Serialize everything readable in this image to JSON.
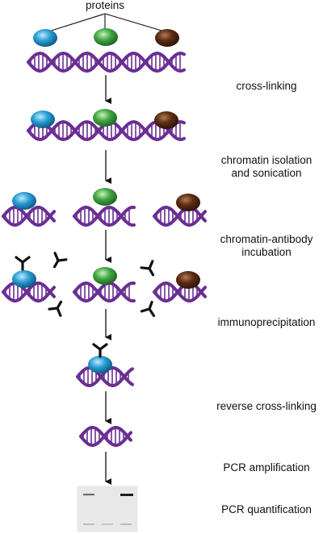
{
  "top_label": "proteins",
  "steps": [
    {
      "label": "cross-linking"
    },
    {
      "label_line1": "chromatin isolation",
      "label_line2": "and sonication"
    },
    {
      "label_line1": "chromatin-antibody",
      "label_line2": "incubation"
    },
    {
      "label": "immunoprecipitation"
    },
    {
      "label": "reverse cross-linking"
    },
    {
      "label": "PCR amplification"
    },
    {
      "label": "PCR quantification"
    }
  ],
  "colors": {
    "dna": "#6a2e93",
    "protein_blue": "#1f8fc0",
    "protein_green": "#3aa040",
    "protein_brown": "#5a2a12",
    "antibody": "#111111",
    "arrow": "#111111",
    "gel_bg": "#e4e4e4"
  }
}
